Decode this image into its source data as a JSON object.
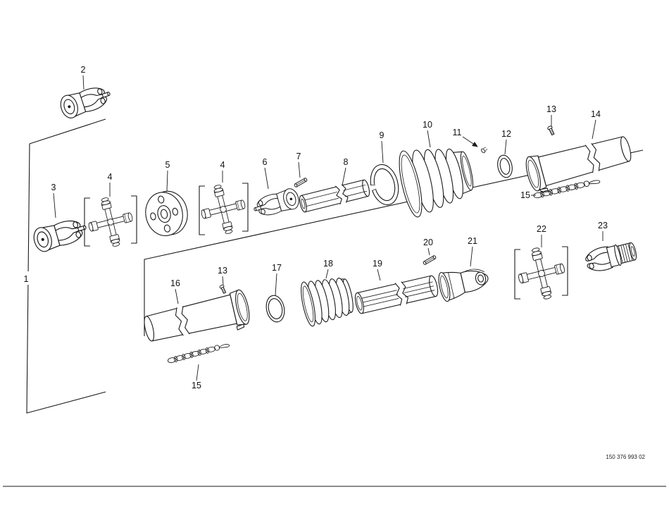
{
  "figure": {
    "doc_number": "150 376 993 02",
    "line_color": "#1a1a1a",
    "background_color": "#ffffff",
    "callouts": [
      {
        "label": "1"
      },
      {
        "label": "2"
      },
      {
        "label": "3"
      },
      {
        "label": "4"
      },
      {
        "label": "5"
      },
      {
        "label": "4"
      },
      {
        "label": "6"
      },
      {
        "label": "7"
      },
      {
        "label": "8"
      },
      {
        "label": "9"
      },
      {
        "label": "10"
      },
      {
        "label": "11"
      },
      {
        "label": "12"
      },
      {
        "label": "13"
      },
      {
        "label": "14"
      },
      {
        "label": "15"
      },
      {
        "label": "16"
      },
      {
        "label": "13"
      },
      {
        "label": "17"
      },
      {
        "label": "18"
      },
      {
        "label": "19"
      },
      {
        "label": "20"
      },
      {
        "label": "21"
      },
      {
        "label": "22"
      },
      {
        "label": "23"
      },
      {
        "label": "15"
      }
    ]
  }
}
